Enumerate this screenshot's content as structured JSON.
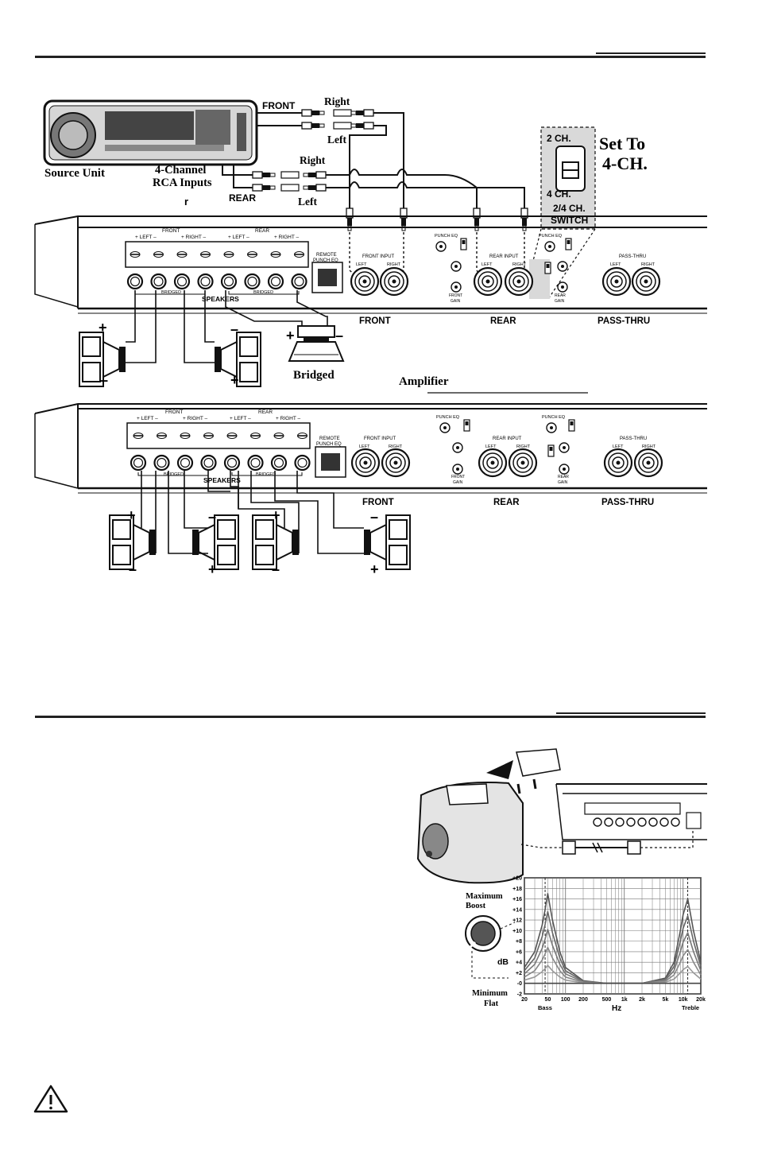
{
  "wiring": {
    "source_unit": "Source Unit",
    "rca_inputs_l1": "4-Channel",
    "rca_inputs_l2": "RCA Inputs",
    "front_cable": "FRONT",
    "rear_cable": "REAR",
    "right_top": "Right",
    "left_top": "Left",
    "right_mid": "Right",
    "left_mid": "Left",
    "r_char": "r",
    "set_to_l1": "Set To",
    "set_to_l2": "4-CH.",
    "switch_2ch": "2 CH.",
    "switch_4ch": "4 CH.",
    "switch_name_l1": "2/4 CH.",
    "switch_name_l2": "SWITCH",
    "bridged": "Bridged",
    "amplifier": "Amplifier"
  },
  "amp_panel": {
    "front": "FRONT",
    "rear": "REAR",
    "left": "LEFT",
    "right": "RIGHT",
    "plus_left": "+ LEFT –",
    "plus_right": "+ RIGHT –",
    "bridged_small": "BRIDGED",
    "speakers": "SPEAKERS",
    "remote_l1": "REMOTE",
    "remote_l2": "PUNCH EQ",
    "front_input": "FRONT INPUT",
    "rear_input": "REAR INPUT",
    "pass_thru_small": "PASS-THRU",
    "punch_eq": "PUNCH EQ",
    "front_big": "FRONT",
    "rear_big": "REAR",
    "pass_thru_big": "PASS-THRU",
    "front_gain_l1": "FRONT",
    "rear_gain_l1": "REAR",
    "gain": "GAIN"
  },
  "eq_graph": {
    "max_boost_l1": "Maximum",
    "max_boost_l2": "Boost",
    "db": "dB",
    "min_l1": "Minimum",
    "min_l2": "Flat",
    "bass": "Bass",
    "hz": "Hz",
    "treble": "Treble",
    "y_ticks": [
      "+20",
      "+18",
      "+16",
      "+14",
      "+12",
      "+10",
      "+8",
      "+6",
      "+4",
      "+2",
      "-0",
      "-2"
    ],
    "x_ticks": [
      "20",
      "50",
      "100",
      "200",
      "500",
      "1k",
      "2k",
      "5k",
      "10k",
      "20k"
    ]
  },
  "chart_data": {
    "type": "line",
    "title": "",
    "xlabel": "Hz",
    "ylabel": "dB",
    "x_scale": "log",
    "xlim": [
      20,
      20000
    ],
    "ylim": [
      -2,
      20
    ],
    "x": [
      20,
      30,
      40,
      45,
      50,
      60,
      80,
      100,
      200,
      500,
      1000,
      2000,
      5000,
      7000,
      9000,
      10000,
      12000,
      15000,
      20000
    ],
    "series": [
      {
        "values": [
          3,
          6,
          11,
          14,
          17,
          12,
          6,
          3,
          0.5,
          0,
          0,
          0,
          1,
          4,
          10,
          13,
          16,
          10,
          4
        ]
      },
      {
        "values": [
          2.4,
          4.8,
          8.8,
          11.2,
          13.6,
          9.6,
          4.8,
          2.4,
          0.4,
          0,
          0,
          0,
          0.8,
          3.2,
          8,
          10.4,
          12.8,
          8,
          3.2
        ]
      },
      {
        "values": [
          1.8,
          3.6,
          6.6,
          8.4,
          10.2,
          7.2,
          3.6,
          1.8,
          0.3,
          0,
          0,
          0,
          0.6,
          2.4,
          6,
          7.8,
          9.6,
          6,
          2.4
        ]
      },
      {
        "values": [
          1.2,
          2.4,
          4.4,
          5.6,
          6.8,
          4.8,
          2.4,
          1.2,
          0.2,
          0,
          0,
          0,
          0.4,
          1.6,
          4,
          5.2,
          6.4,
          4,
          1.6
        ]
      },
      {
        "values": [
          0.6,
          1.2,
          2.2,
          2.8,
          3.4,
          2.4,
          1.2,
          0.6,
          0.1,
          0,
          0,
          0,
          0.2,
          0.8,
          2,
          2.6,
          3.2,
          2,
          0.8
        ]
      },
      {
        "values": [
          0,
          0,
          0,
          0,
          0,
          0,
          0,
          0,
          0,
          0,
          0,
          0,
          0,
          0,
          0,
          0,
          0,
          0,
          0
        ]
      }
    ]
  }
}
